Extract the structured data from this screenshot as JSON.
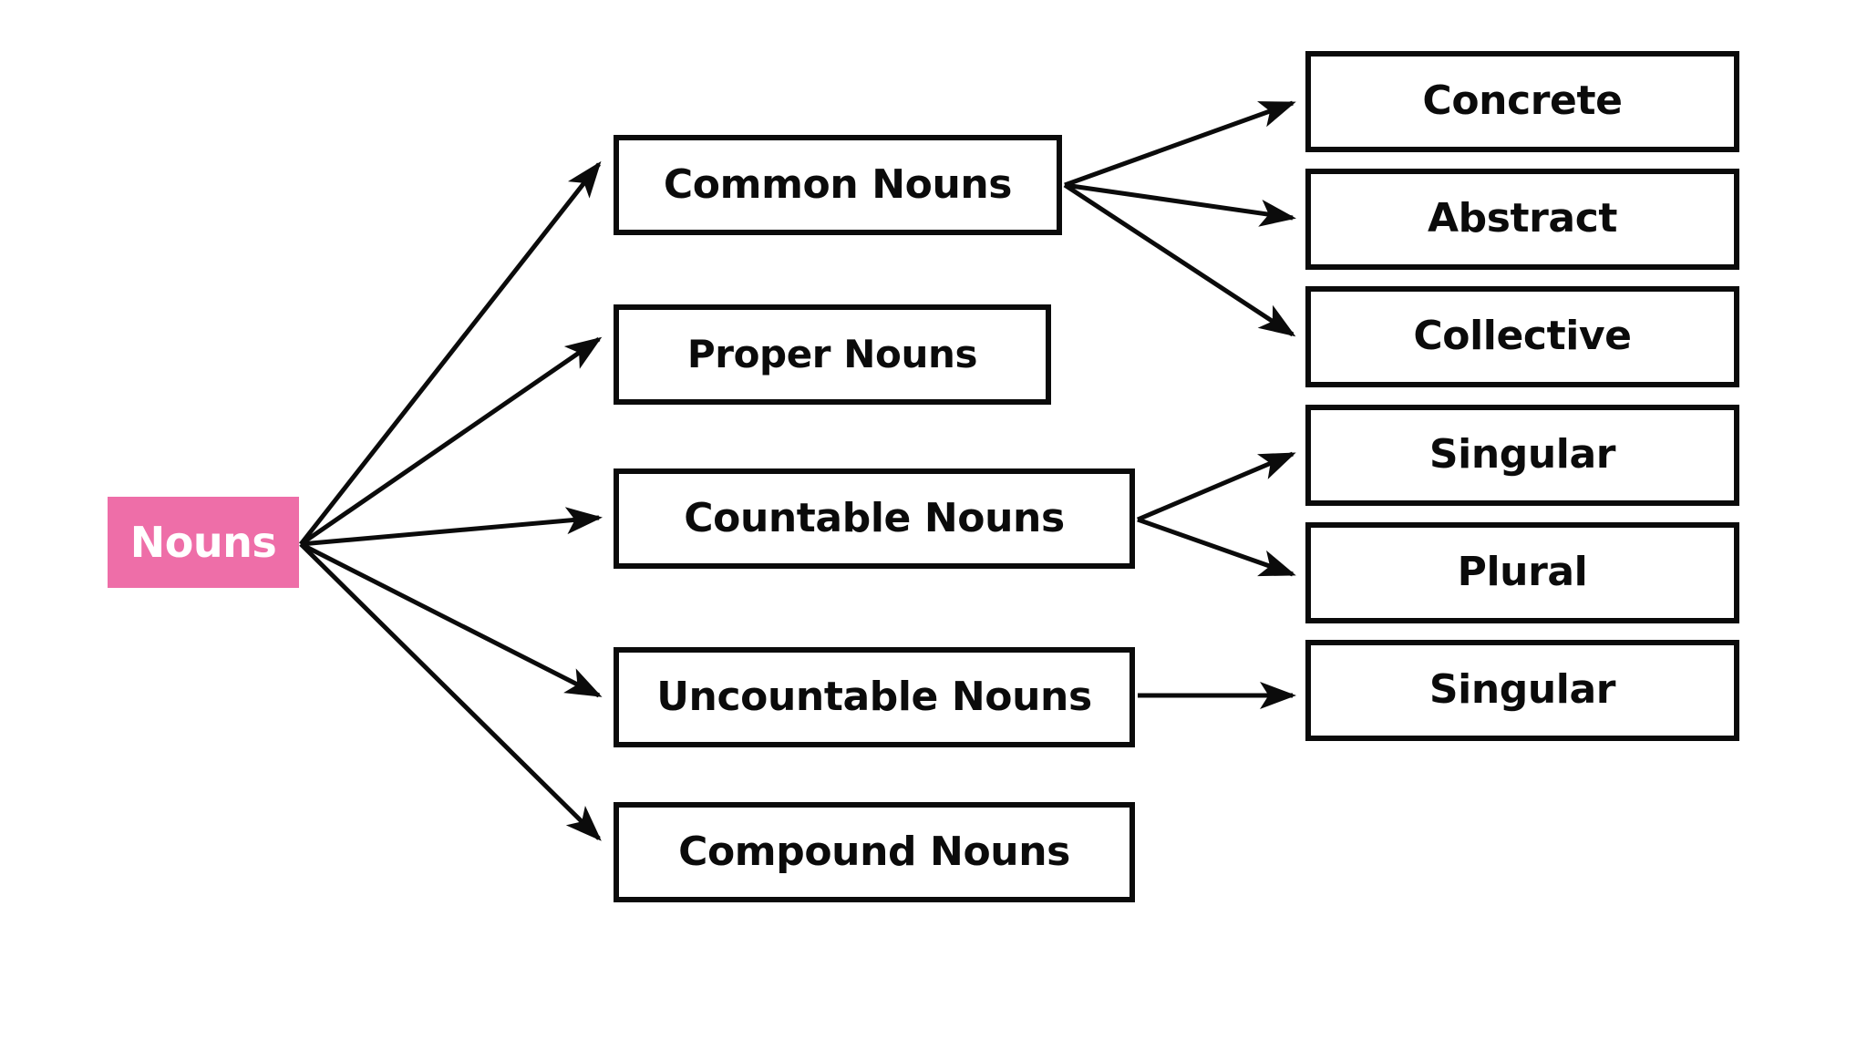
{
  "diagram": {
    "title": "Nouns",
    "type": "tree",
    "background_color": "#ffffff",
    "accent_color": "#ee6ea8",
    "line_color": "#0b0b0b",
    "root": {
      "id": "root",
      "label": "Nouns"
    },
    "level1": [
      {
        "id": "common",
        "label": "Common Nouns"
      },
      {
        "id": "proper",
        "label": "Proper Nouns"
      },
      {
        "id": "countable",
        "label": "Countable Nouns"
      },
      {
        "id": "uncountable",
        "label": "Uncountable Nouns"
      },
      {
        "id": "compound",
        "label": "Compound Nouns"
      }
    ],
    "level2": [
      {
        "id": "concrete",
        "label": "Concrete",
        "parent": "common"
      },
      {
        "id": "abstract",
        "label": "Abstract",
        "parent": "common"
      },
      {
        "id": "collective",
        "label": "Collective",
        "parent": "common"
      },
      {
        "id": "c-singular",
        "label": "Singular",
        "parent": "countable"
      },
      {
        "id": "c-plural",
        "label": "Plural",
        "parent": "countable"
      },
      {
        "id": "u-singular",
        "label": "Singular",
        "parent": "uncountable"
      }
    ],
    "edges": [
      {
        "from": "root",
        "to": "common"
      },
      {
        "from": "root",
        "to": "proper"
      },
      {
        "from": "root",
        "to": "countable"
      },
      {
        "from": "root",
        "to": "uncountable"
      },
      {
        "from": "root",
        "to": "compound"
      },
      {
        "from": "common",
        "to": "concrete"
      },
      {
        "from": "common",
        "to": "abstract"
      },
      {
        "from": "common",
        "to": "collective"
      },
      {
        "from": "countable",
        "to": "c-singular"
      },
      {
        "from": "countable",
        "to": "c-plural"
      },
      {
        "from": "uncountable",
        "to": "u-singular"
      }
    ]
  }
}
